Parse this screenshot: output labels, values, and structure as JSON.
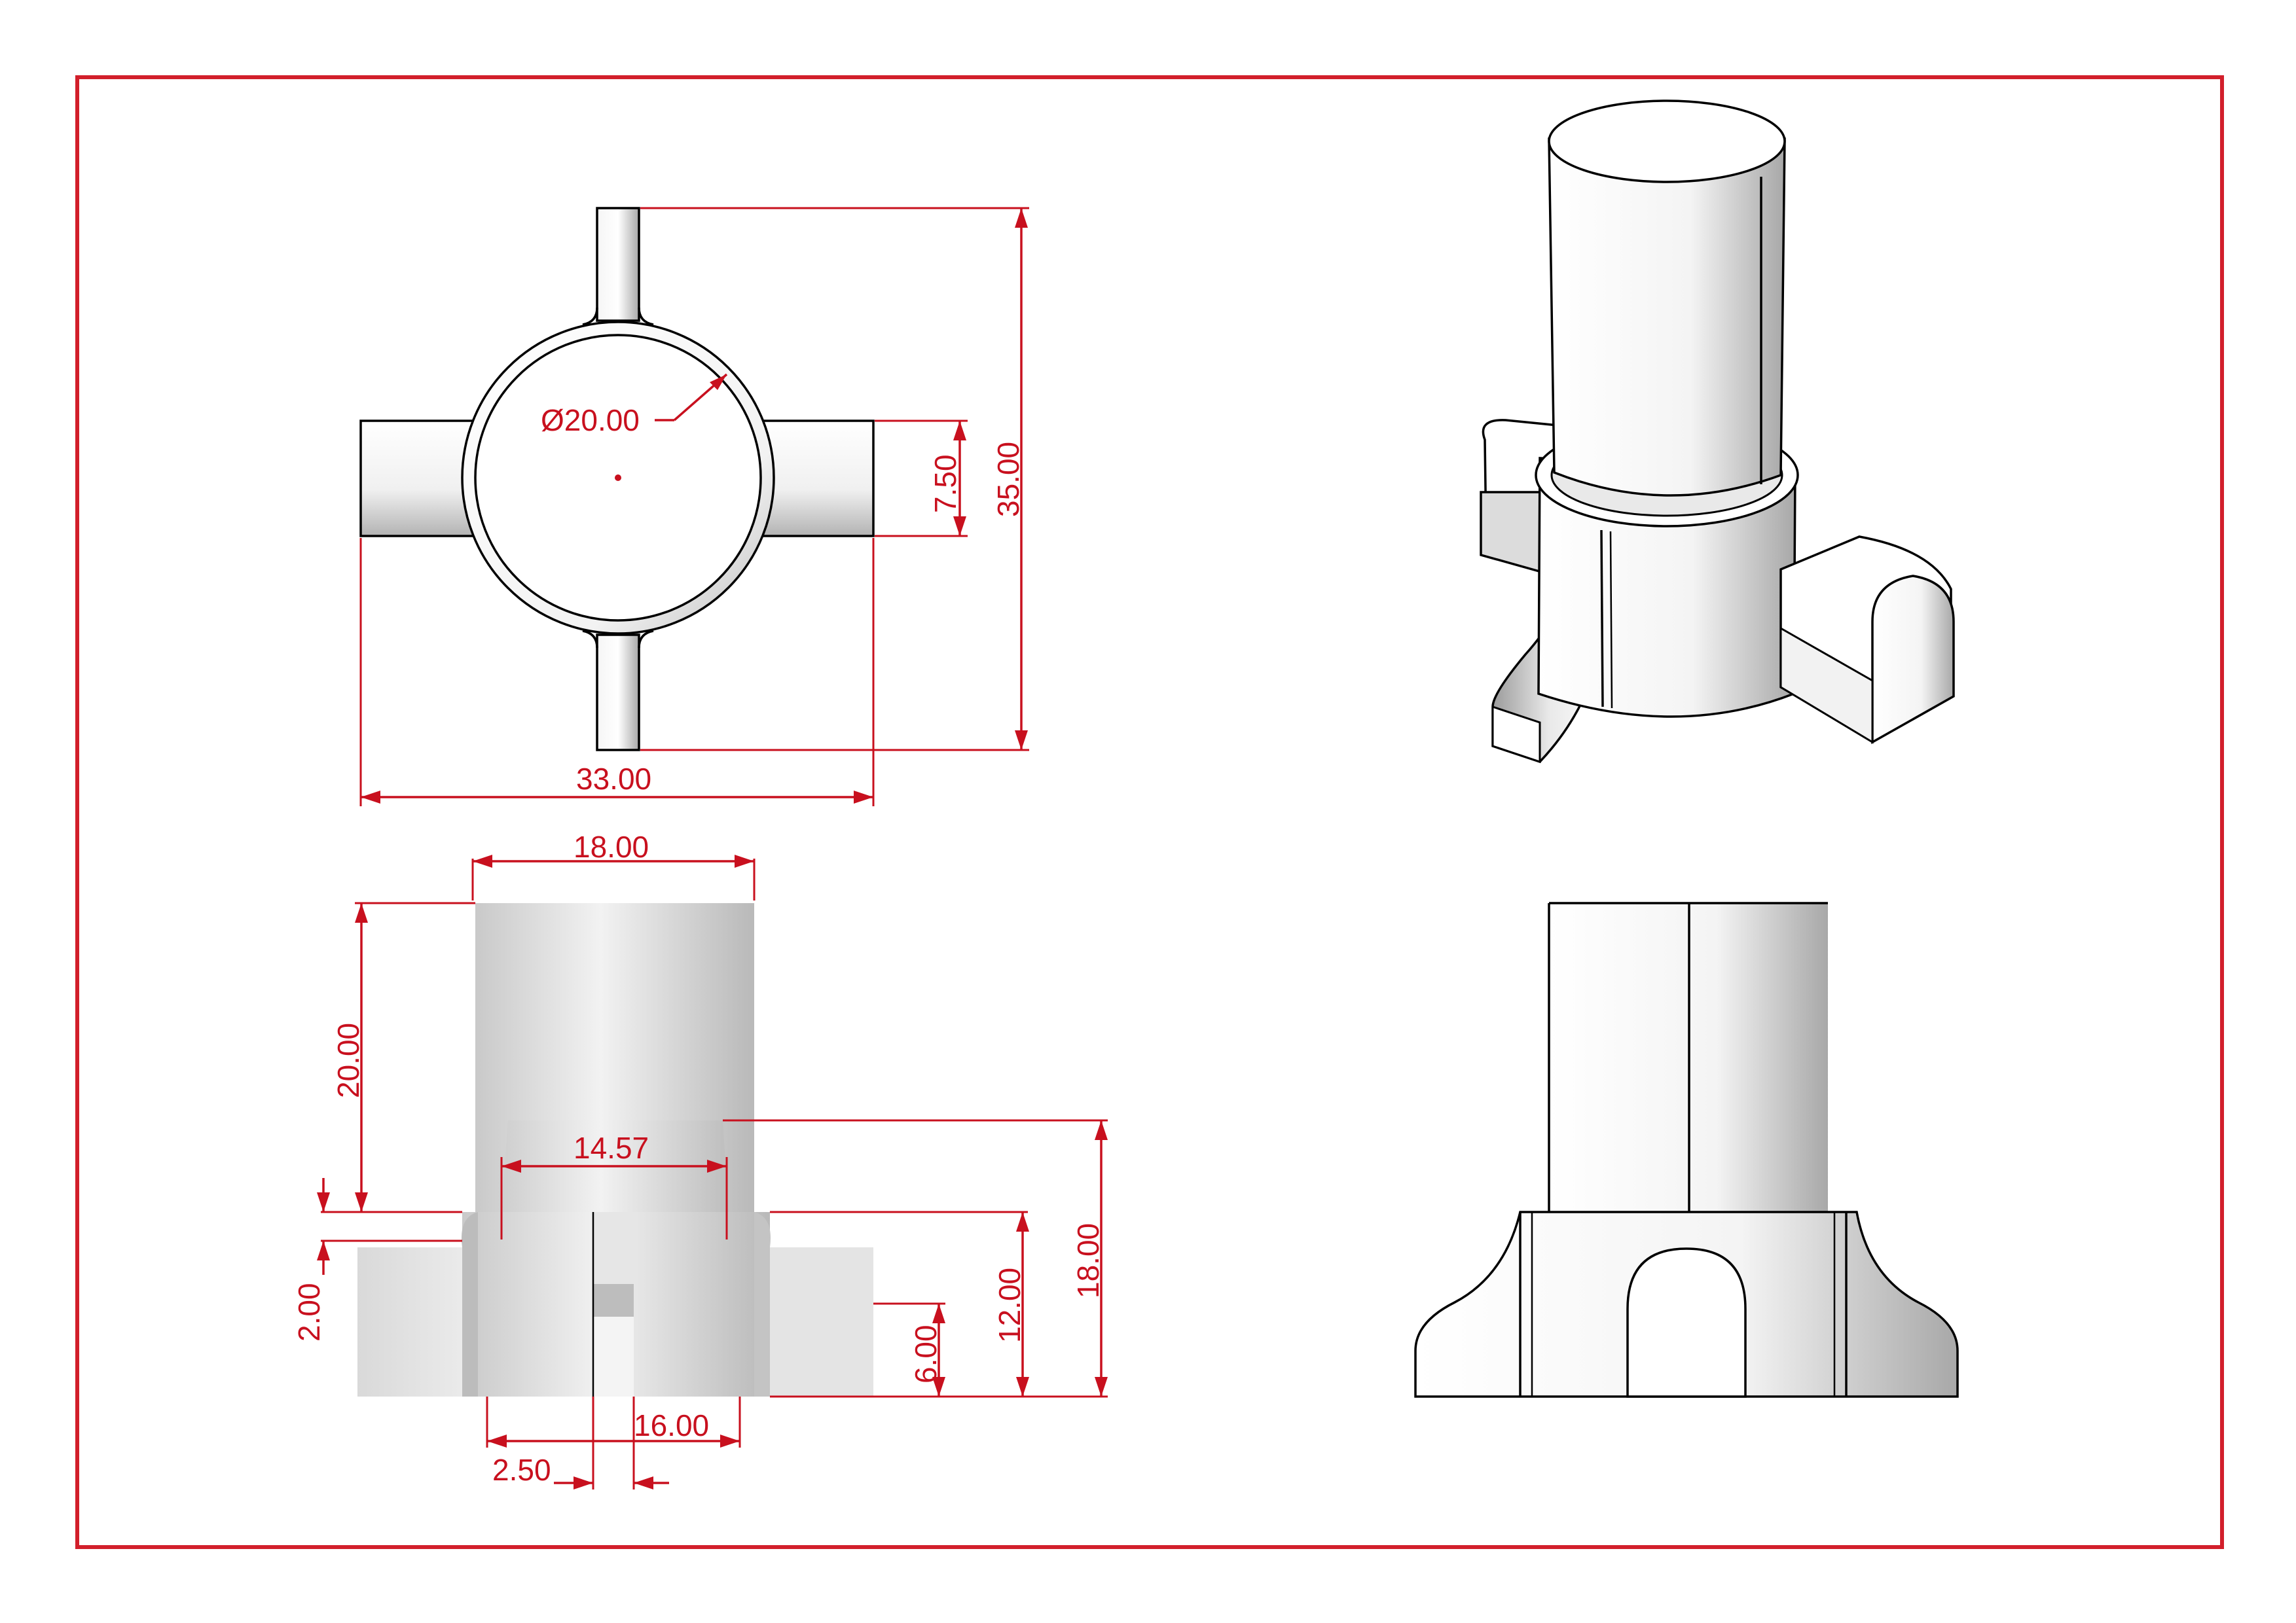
{
  "drawing": {
    "border_color": "#d21f2b",
    "dimension_color": "#c8101e",
    "top_view": {
      "diameter_label": "Ø20.00",
      "width_label": "33.00",
      "height_label": "35.00",
      "arm_width_label": "7.50"
    },
    "front_view": {
      "top_width_label": "18.00",
      "inner_width_label": "14.57",
      "base_width_label": "16.00",
      "slot_width_label": "2.50",
      "tube_height_label": "20.00",
      "step_label": "2.00",
      "arm_height_label": "6.00",
      "base_height_label": "12.00",
      "skirt_height_label": "18.00"
    }
  }
}
